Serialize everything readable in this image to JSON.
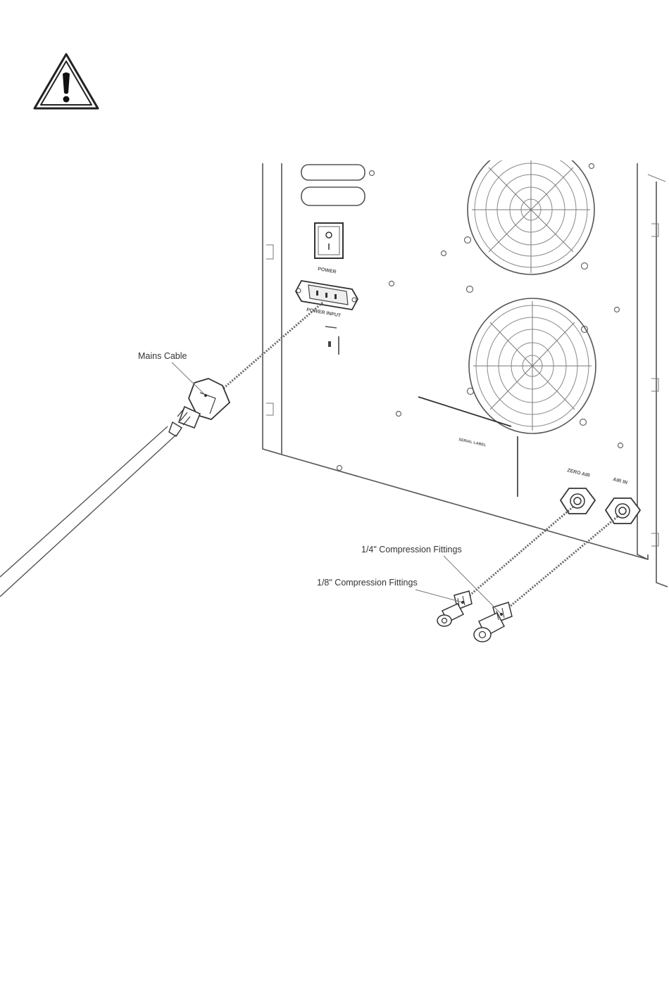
{
  "labels": {
    "power_switch": "POWER",
    "power_input": "POWER INPUT",
    "serial_label": "SERIAL LABEL",
    "zero_air": "ZERO AIR",
    "air_in": "AIR IN",
    "mains_cable": "Mains Cable",
    "quarter_fittings": "1/4\" Compression Fittings",
    "eighth_fittings": "1/8\" Compression Fittings"
  }
}
